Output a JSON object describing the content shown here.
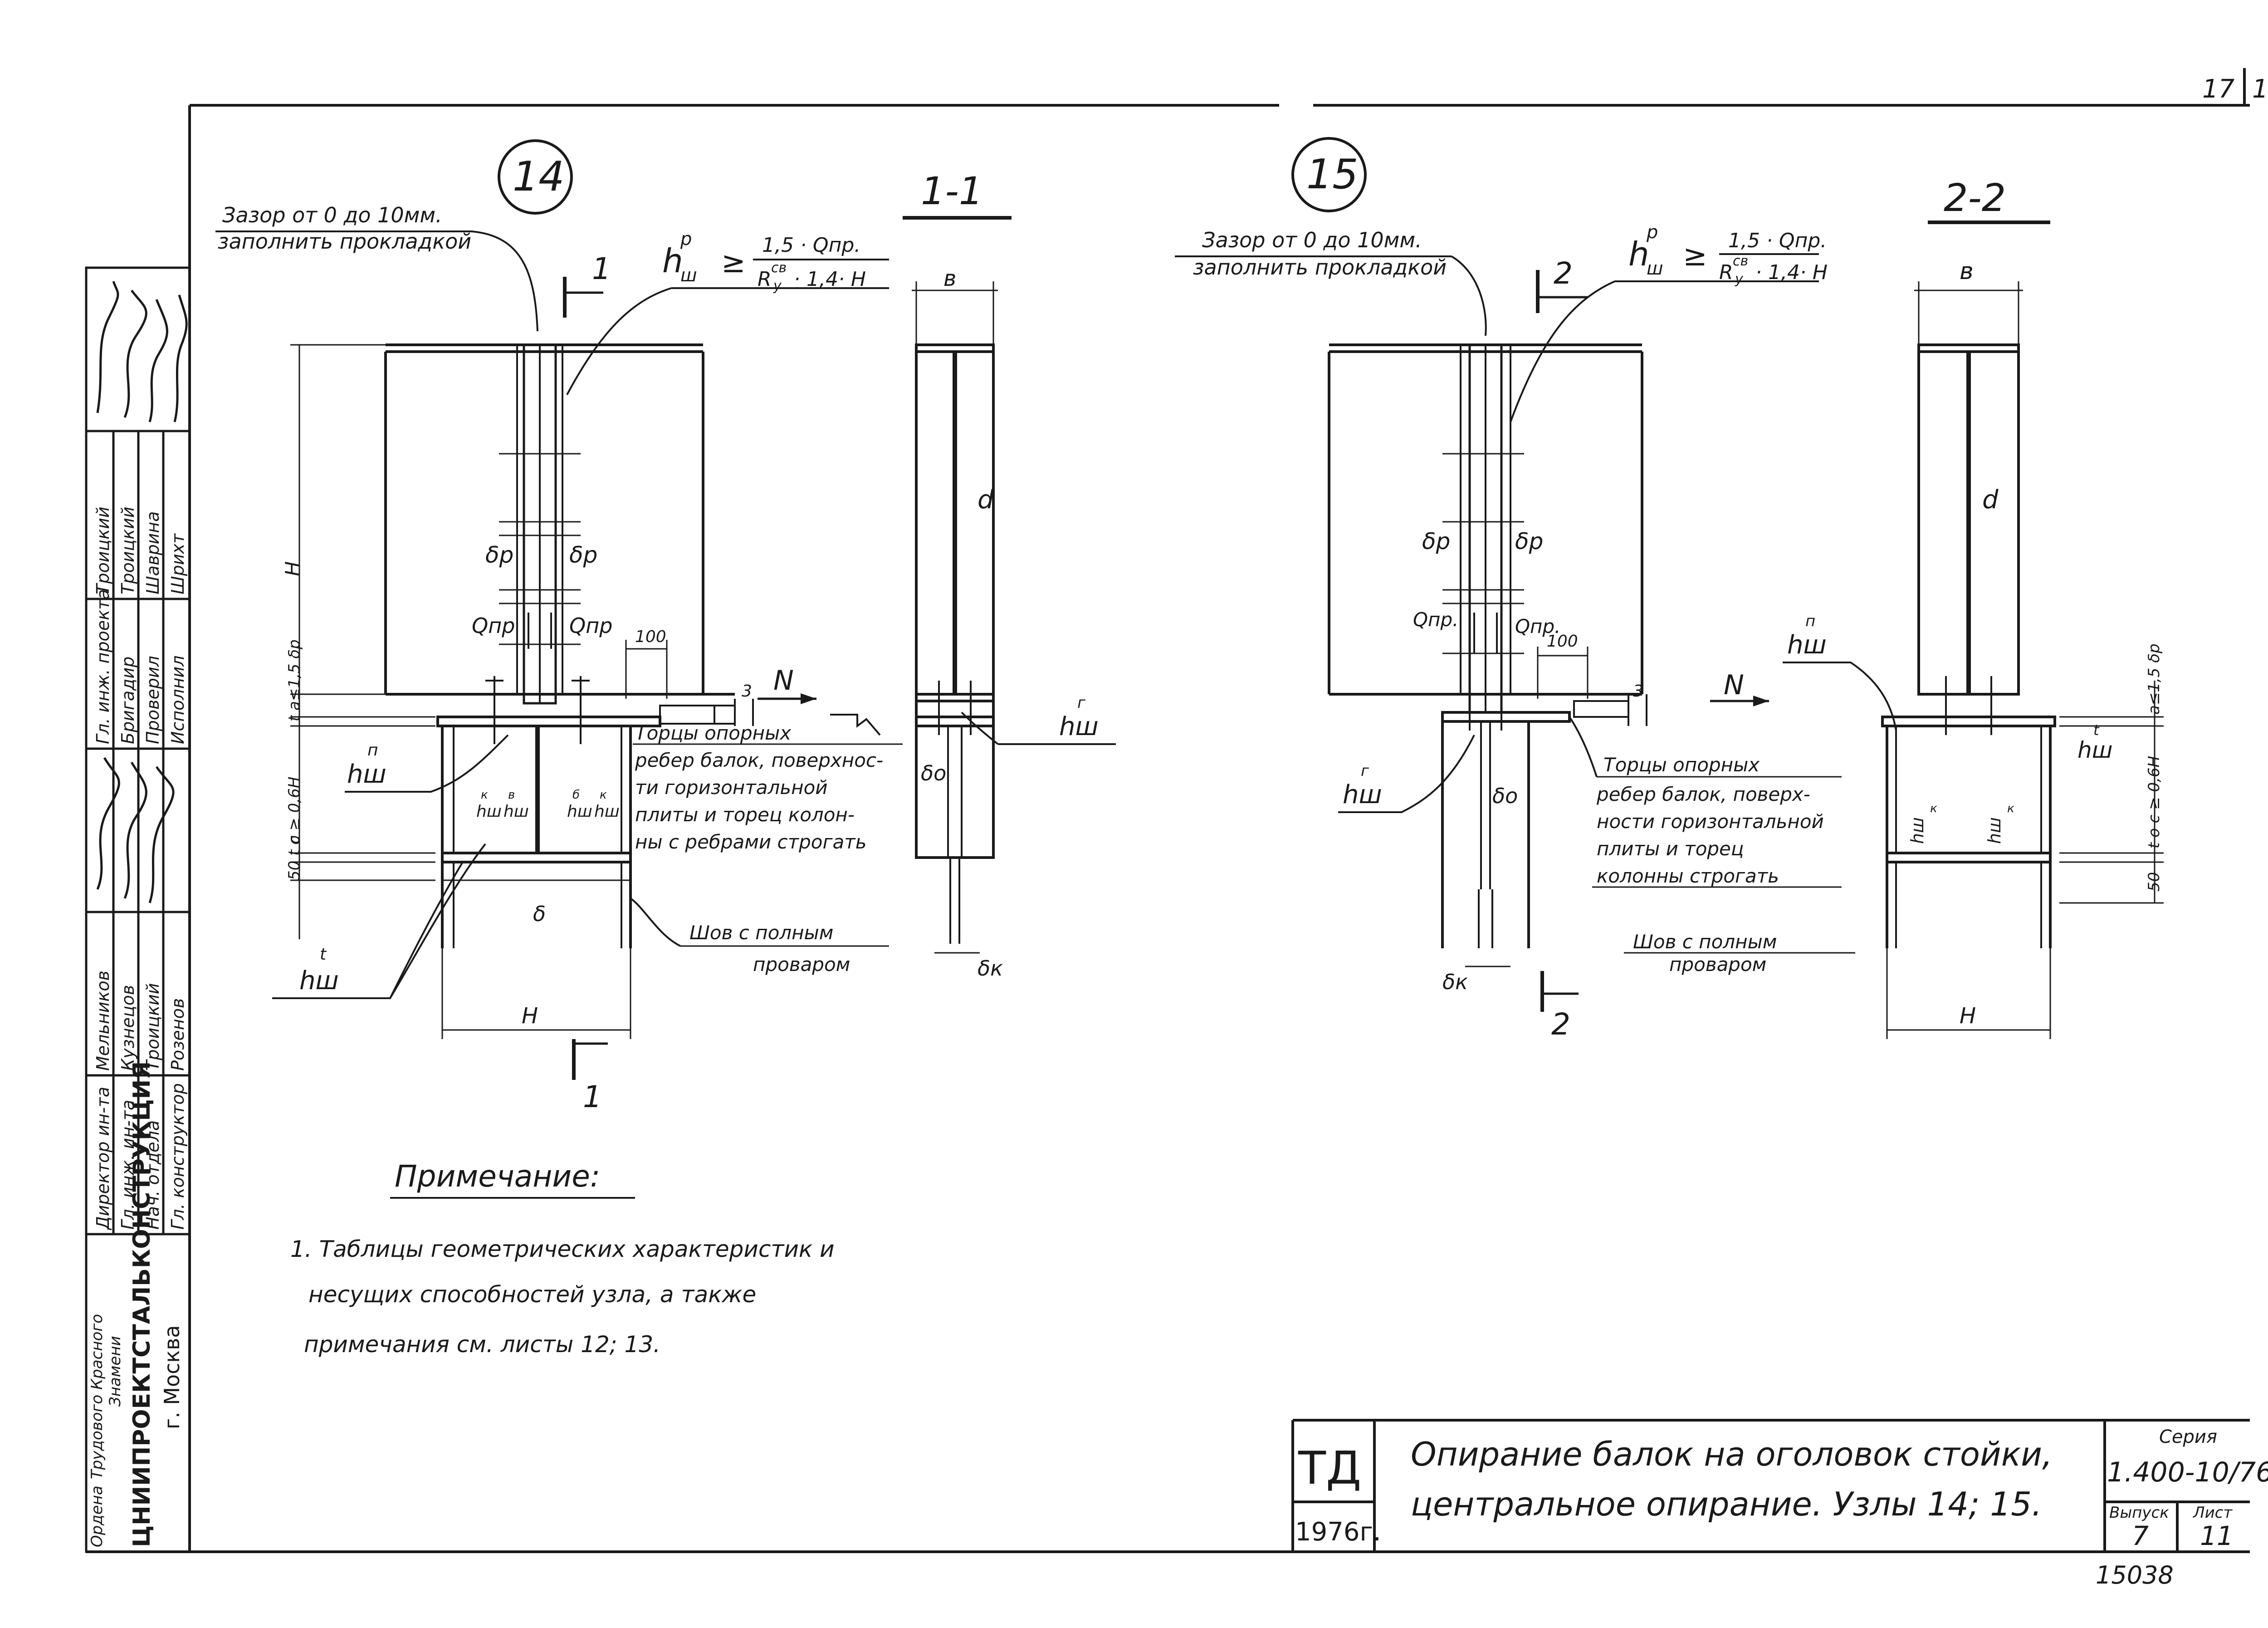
{
  "corner": {
    "page_mark": "17",
    "page_mark_suffix": "1"
  },
  "node14": {
    "number": "14",
    "gap_note_line1": "Зазор от 0 до 10мм.",
    "gap_note_line2": "заполнить прокладкой",
    "formula_lhs": "h",
    "formula_lhs_sub": "ш",
    "formula_lhs_sup": "р",
    "formula_ge": "≥",
    "formula_num": "1,5 · Qпр.",
    "formula_den_r": "R",
    "formula_den_sub": "y",
    "formula_den_sup": "св",
    "formula_den_rest": "· 1,4· H",
    "cut_label": "1",
    "delta_p_left": "δр",
    "delta_p_right": "δр",
    "q_left": "Qпр",
    "q_right": "Qпр",
    "dim_100": "100",
    "dim_3": "3",
    "arrow_n": "N",
    "dim_H_vertical": "H",
    "dim_a": "t a≤1,5 δр",
    "dim_c": "c ≥ 0,6H",
    "dim_50": "50 t o",
    "h_n": "hш",
    "h_n_sup": "п",
    "h_k": "hш",
    "h_k_sup": "к",
    "h_b": "hш",
    "h_b_sup": "в",
    "h_b2": "hш",
    "h_b2_sup": "б",
    "h_k2": "hш",
    "h_k2_sup": "к",
    "delta": "δ",
    "h_t": "hш",
    "h_t_sup": "t",
    "dim_H_horizontal": "H",
    "note_ends_1": "Торцы опорных",
    "note_ends_2": "ребер балок, поверхнос-",
    "note_ends_3": "ти горизонтальной",
    "note_ends_4": "плиты и торец колон-",
    "note_ends_5": "ны с ребрами строгать",
    "weld_1": "Шов с полным",
    "weld_2": "проваром"
  },
  "section11": {
    "title": "1-1",
    "dim_b": "в",
    "dim_d": "d",
    "delta_o": "δо",
    "h_g": "hш",
    "h_g_sup": "г",
    "delta_k": "δк"
  },
  "node15": {
    "number": "15",
    "gap_note_line1": "Зазор от 0 до 10мм.",
    "gap_note_line2": "заполнить прокладкой",
    "formula_lhs": "h",
    "formula_lhs_sub": "ш",
    "formula_lhs_sup": "р",
    "formula_ge": "≥",
    "formula_num": "1,5 · Qпр.",
    "formula_den_r": "R",
    "formula_den_sub": "y",
    "formula_den_sup": "св",
    "formula_den_rest": "· 1,4· H",
    "cut_label": "2",
    "delta_p_left": "δр",
    "delta_p_right": "δр",
    "q_left": "Qпр.",
    "q_right": "Qпр.",
    "dim_100": "100",
    "dim_3": "3",
    "arrow_n": "N",
    "h_g": "hш",
    "h_g_sup": "г",
    "delta_o": "δо",
    "delta_k": "δк",
    "note_ends_1": "Торцы опорных",
    "note_ends_2": "ребер балок, поверх-",
    "note_ends_3": "ности горизонтальной",
    "note_ends_4": "плиты и торец",
    "note_ends_5": "колонны строгать",
    "weld_1": "Шов с полным",
    "weld_2": "проваром"
  },
  "section22": {
    "title": "2-2",
    "dim_b": "в",
    "dim_d": "d",
    "h_n": "hш",
    "h_n_sup": "п",
    "h_t": "hш",
    "h_t_sup": "t",
    "h_k": "hш",
    "h_k_sup": "к",
    "h_k2": "hш",
    "h_k2_sup": "к",
    "dim_a": "a≤1,5 δр",
    "dim_c": "t o  c ≥ 0,6H",
    "dim_50": "50",
    "dim_H_horizontal": "H"
  },
  "note": {
    "heading": "Примечание:",
    "line1": "1. Таблицы   геометрических   характеристик   и",
    "line2": "несущих    способностей   узла,  а также",
    "line3": "примечания    см. листы  12; 13."
  },
  "side_stamp": {
    "org_1": "Ордена",
    "org_2": "Трудового   Красного",
    "org_3": "Знамени",
    "org_name": "ЦНИИПРОЕКТСТАЛЬКОНСТРУКЦИЯ",
    "org_city": "г. Москва",
    "roles": [
      "Директор ин-та",
      "Гл. инж. ин-та",
      "Нач. отдела",
      "Гл. конструктор"
    ],
    "names_1": [
      "Мельников",
      "Кузнецов",
      "Троицкий",
      "Розенов"
    ],
    "roles_2": [
      "Гл. инж. проекта",
      "Бригадир",
      "Проверил",
      "Исполнил"
    ],
    "names_2": [
      "Троицкий",
      "Троицкий",
      "Шаврина",
      "Шрихт"
    ]
  },
  "title_block": {
    "td": "ТД",
    "year": "1976г.",
    "title_line1": "Опирание  балок  на оголовок  стойки,",
    "title_line2": "центральное   опирание.   Узлы  14; 15.",
    "series_label": "Серия",
    "series_value": "1.400-10/76",
    "issue_label": "Выпуск",
    "issue_value": "7",
    "sheet_label": "Лист",
    "sheet_value": "11",
    "archive_no": "15038"
  }
}
